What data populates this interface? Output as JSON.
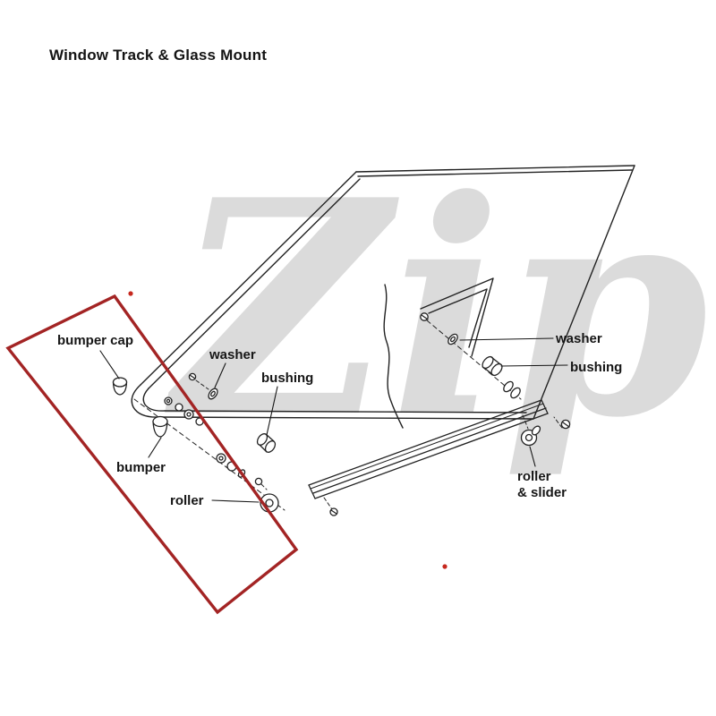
{
  "page": {
    "title": "Window Track & Glass Mount",
    "watermark": "Zip"
  },
  "colors": {
    "highlight_red": "#a32424",
    "dot_red": "#c6281e",
    "line_black": "#222222"
  },
  "labels": {
    "bumper_cap": "bumper cap",
    "washer_left": "washer",
    "bushing_left": "bushing",
    "washer_right": "washer",
    "bushing_right": "bushing",
    "bumper": "bumper",
    "roller": "roller",
    "roller_slider_line1": "roller",
    "roller_slider_line2": "& slider"
  }
}
